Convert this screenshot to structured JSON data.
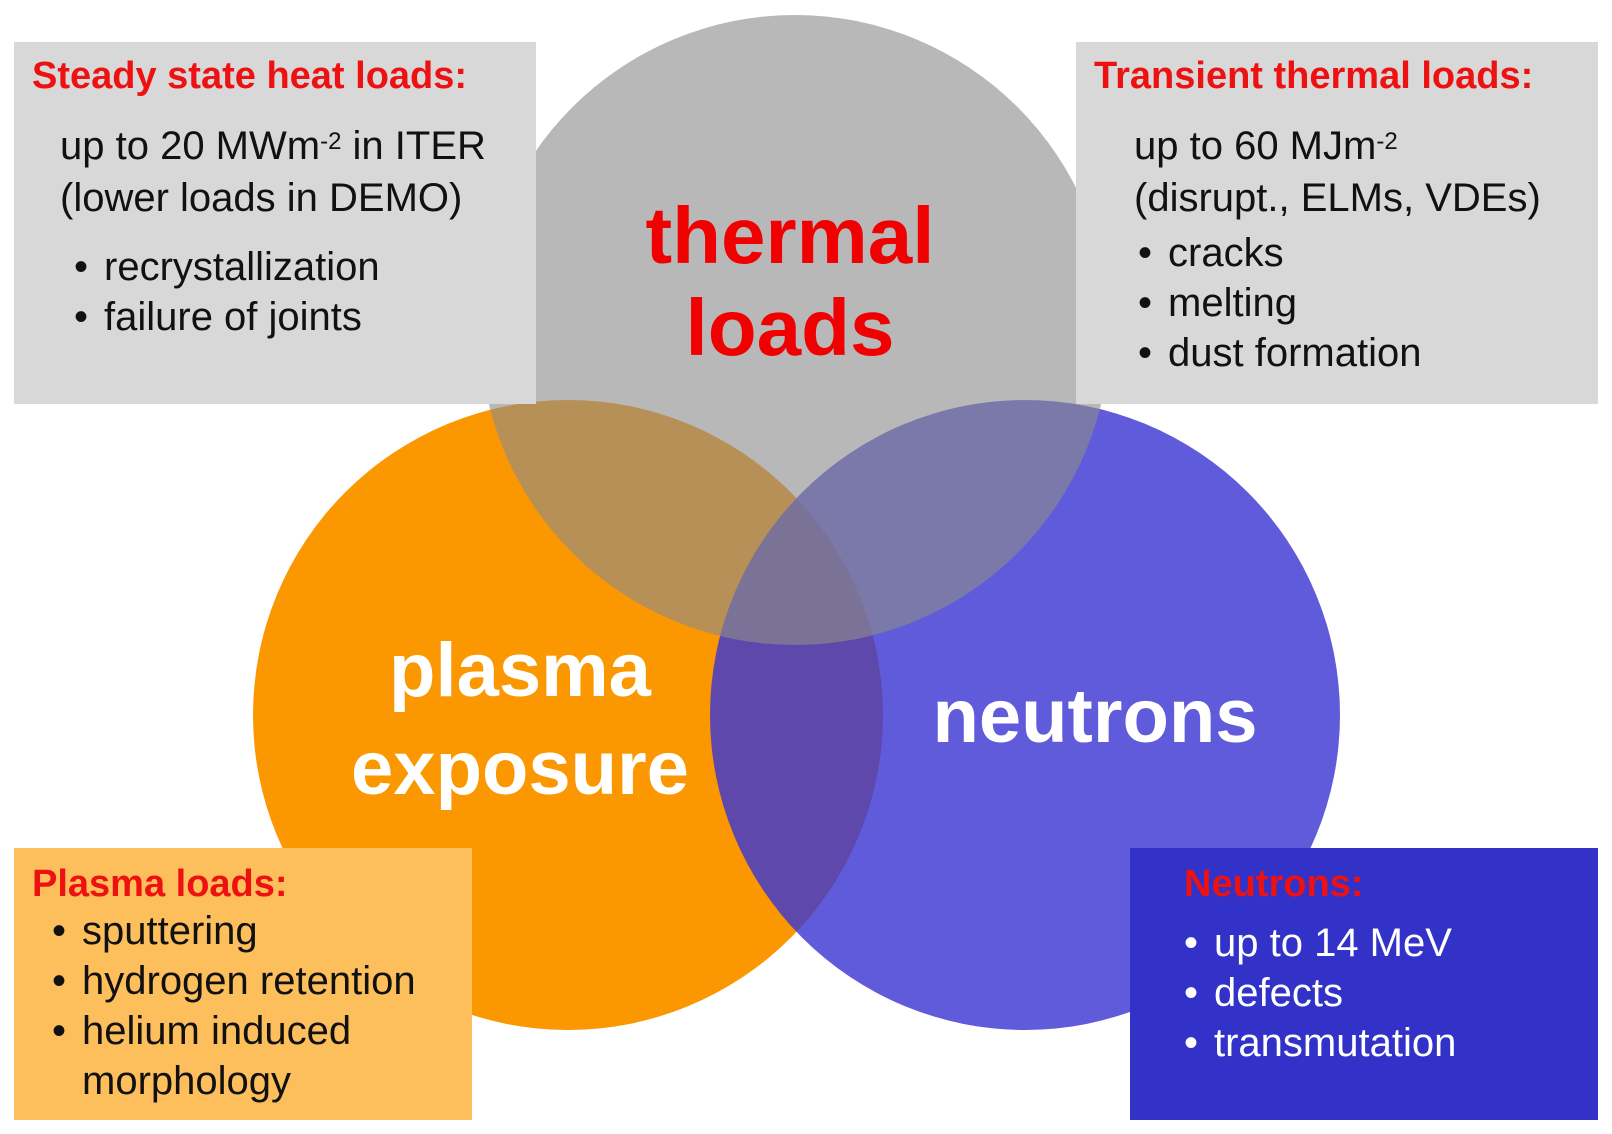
{
  "colors": {
    "thermal_circle": "#a8a8a8",
    "plasma_circle": "#fb9700",
    "neutrons_circle": "#3c37d2",
    "heading_red": "#ee1111",
    "gray_box": "#d8d8d8",
    "orange_box": "#fdbe5c",
    "blue_box": "#3232c8"
  },
  "circles": {
    "thermal": {
      "line1": "thermal",
      "line2": "loads"
    },
    "plasma": {
      "line1": "plasma",
      "line2": "exposure"
    },
    "neutrons": {
      "label": "neutrons"
    }
  },
  "steady": {
    "heading": "Steady state heat loads:",
    "line1_pre": "up to 20 MWm",
    "line1_sup": "-2",
    "line1_post": " in ITER",
    "line2": "(lower loads in DEMO)",
    "bullets": [
      "recrystallization",
      "failure of joints"
    ]
  },
  "transient": {
    "heading": "Transient thermal loads:",
    "line1_pre": "up to 60 MJm",
    "line1_sup": "-2",
    "line2": "(disrupt., ELMs, VDEs)",
    "bullets": [
      "cracks",
      "melting",
      "dust formation"
    ]
  },
  "plasma_loads": {
    "heading": "Plasma loads:",
    "bullets": [
      "sputtering",
      "hydrogen retention",
      "helium induced"
    ],
    "continuation": "morphology"
  },
  "neutrons_box": {
    "heading": "Neutrons:",
    "bullets": [
      "up to 14 MeV",
      "defects",
      "transmutation"
    ]
  }
}
